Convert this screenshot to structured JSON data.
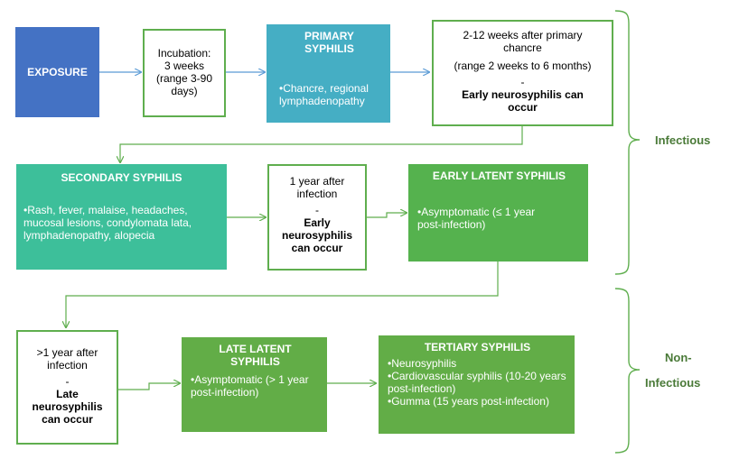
{
  "exposure": {
    "title": "EXPOSURE"
  },
  "incubation": {
    "lines": [
      "Incubation:",
      "3 weeks",
      "(range 3-90",
      "days)"
    ]
  },
  "primary": {
    "title": "PRIMARY SYPHILIS",
    "bullets": [
      "Chancre, regional lymphadenopathy"
    ]
  },
  "primary_timing": {
    "line1": "2-12 weeks after primary chancre",
    "line2": "(range 2 weeks to 6 months)",
    "dash": "-",
    "note": "Early neurosyphilis can occur"
  },
  "secondary": {
    "title": "SECONDARY SYPHILIS",
    "bullets": [
      "Rash, fever, malaise, headaches, mucosal lesions, condylomata lata, lymphadenopathy, alopecia"
    ]
  },
  "secondary_timing": {
    "line1": "1 year after infection",
    "dash": "-",
    "note": "Early neurosyphilis can occur"
  },
  "early_latent": {
    "title": "EARLY LATENT SYPHILIS",
    "bullets": [
      "Asymptomatic (≤ 1 year post-infection)"
    ]
  },
  "late_timing": {
    "line1": ">1 year after infection",
    "dash": "-",
    "note": "Late neurosyphilis can occur"
  },
  "late_latent": {
    "title": "LATE LATENT SYPHILIS",
    "bullets": [
      "Asymptomatic (> 1 year post-infection)"
    ]
  },
  "tertiary": {
    "title": "TERTIARY SYPHILIS",
    "bullets": [
      "Neurosyphilis",
      "Cardiovascular syphilis (10-20 years post-infection)",
      "Gumma (15 years post-infection)"
    ]
  },
  "labels": {
    "infectious": "Infectious",
    "non_infectious_1": "Non-",
    "non_infectious_2": "Infectious"
  },
  "colors": {
    "exposure": "#4472c4",
    "primary": "#45aec4",
    "secondary": "#3dbf9a",
    "early_latent": "#55b24e",
    "late": "#62ad47",
    "outline": "#5fae4e",
    "arrow_blue": "#5b9bd5",
    "arrow_green": "#5fae4e"
  }
}
